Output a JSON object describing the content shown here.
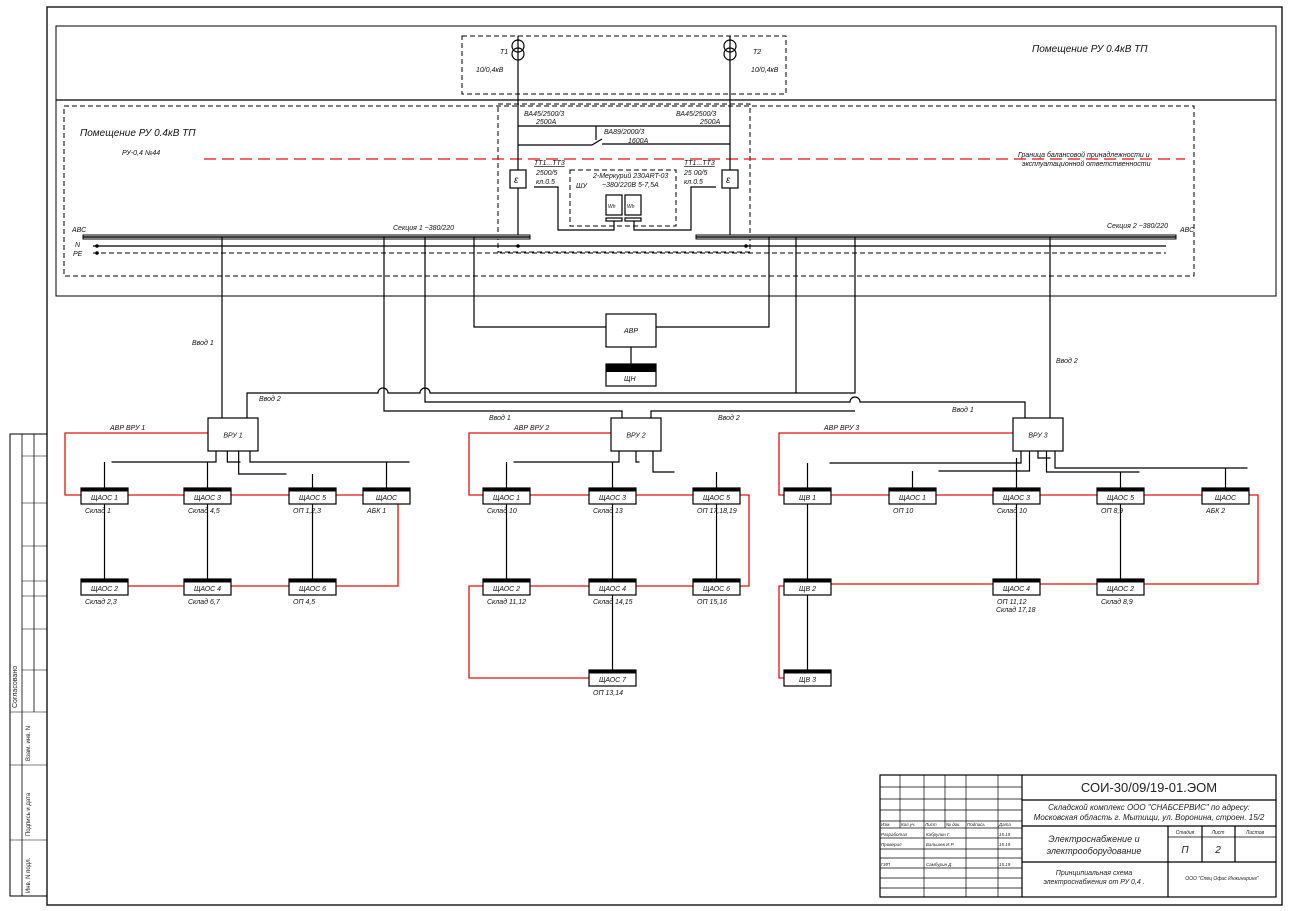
{
  "room_top_label": "Помещение РУ 0.4кВ ТП",
  "room_inner_label": "Помещение РУ 0.4кВ ТП",
  "ru_label": "РУ-0,4 №44",
  "boundary_label_1": "Граница балансовой принадлежности и",
  "boundary_label_2": "эксплуатационной ответственности",
  "transformers": [
    {
      "name": "Т1",
      "rating": "10/0,4кВ"
    },
    {
      "name": "Т2",
      "rating": "10/0,4кВ"
    }
  ],
  "breakers": {
    "left": {
      "model": "ВА45/2500/3",
      "current": "2500А"
    },
    "right": {
      "model": "ВА45/2500/3",
      "current": "2500А"
    },
    "sectional": {
      "model": "ВА89/2000/3",
      "current": "1600А"
    }
  },
  "ct": {
    "left": {
      "name": "ТТ1...ТТ3",
      "ratio": "2500/5",
      "class": "кл.0.5"
    },
    "right": {
      "name": "ТТ1...ТТ3",
      "ratio": "25 00/5",
      "class": "кл.0.5"
    }
  },
  "metering": {
    "cabinet": "ШУ",
    "line1": "2-Меркурий 230ART-03",
    "line2": "~380/220В 5-7,5А",
    "meter_symbol": "Wh"
  },
  "busbars": {
    "section1": "Секция 1 ~380/220",
    "section2": "Секция 2 ~380/220",
    "abc": "АВС",
    "n": "N",
    "pe": "PE"
  },
  "avr": {
    "label": "АВР",
    "load": "ЩН"
  },
  "feeders": {
    "vvod1": "Ввод 1",
    "vvod2": "Ввод 2"
  },
  "vru": [
    {
      "name": "ВРУ 1",
      "avr_label": "АВР ВРУ 1",
      "panels": [
        {
          "name": "ЩАОС 1",
          "sub": "Склад 1"
        },
        {
          "name": "ЩАОС 3",
          "sub": "Склад 4,5"
        },
        {
          "name": "ЩАОС 5",
          "sub": "ОП 1,2,3"
        },
        {
          "name": "ЩАОС",
          "sub": "АБК 1"
        },
        {
          "name": "ЩАОС 2",
          "sub": "Склад 2,3"
        },
        {
          "name": "ЩАОС 4",
          "sub": "Склад 6,7"
        },
        {
          "name": "ЩАОС 6",
          "sub": "ОП 4,5"
        }
      ]
    },
    {
      "name": "ВРУ 2",
      "avr_label": "АВР ВРУ 2",
      "panels": [
        {
          "name": "ЩАОС 1",
          "sub": "Склад 10"
        },
        {
          "name": "ЩАОС 3",
          "sub": "Склад 13"
        },
        {
          "name": "ЩАОС 5",
          "sub": "ОП 17,18,19"
        },
        {
          "name": "ЩАОС 2",
          "sub": "Склад 11,12"
        },
        {
          "name": "ЩАОС 4",
          "sub": "Склад 14,15"
        },
        {
          "name": "ЩАОС 6",
          "sub": "ОП 15,16"
        },
        {
          "name": "ЩАОС 7",
          "sub": "ОП 13,14"
        }
      ]
    },
    {
      "name": "ВРУ 3",
      "avr_label": "АВР ВРУ 3",
      "panels": [
        {
          "name": "ЩВ 1",
          "sub": ""
        },
        {
          "name": "ЩАОС 1",
          "sub": "ОП 10"
        },
        {
          "name": "ЩАОС 3",
          "sub": "Склад 10"
        },
        {
          "name": "ЩАОС 5",
          "sub": "ОП 8,9"
        },
        {
          "name": "ЩАОС",
          "sub": "АБК 2"
        },
        {
          "name": "ЩВ 2",
          "sub": ""
        },
        {
          "name": "ЩАОС 4",
          "sub": "ОП 11,12",
          "sub2": "Склад 17,18"
        },
        {
          "name": "ЩАОС 2",
          "sub": "Склад 8,9"
        },
        {
          "name": "ЩВ 3",
          "sub": ""
        }
      ]
    }
  ],
  "stamp": {
    "code": "СОИ-30/09/19-01.ЭОМ",
    "project_line1": "Складской комплекс ООО \"СНАБСЕРВИС\" по адресу:",
    "project_line2": "Московская область г. Мытищи, ул. Воронина, строен. 15/2",
    "col_headers": [
      "Изм.",
      "Кол.уч.",
      "Лист",
      "№ док.",
      "Подпись",
      "Дата"
    ],
    "rows": [
      {
        "role": "Разработал",
        "name": "Кабрулин Г.",
        "date": "15.19"
      },
      {
        "role": "Проверил",
        "name": "Бальшев И.Р.",
        "date": "15.19"
      },
      {
        "role": "ГИП",
        "name": "Самбурин Д.",
        "date": "15.19"
      }
    ],
    "section_title_1": "Электроснабжение и",
    "section_title_2": "электрооборудование",
    "stage_label": "Стадия",
    "sheet_label": "Лист",
    "sheets_label": "Листов",
    "stage": "П",
    "sheet": "2",
    "sheets": "",
    "drawing_title_1": "Принципиальная схема",
    "drawing_title_2": "электроснабжения от РУ 0,4 .",
    "company": "ООО \"Спец Офис Инжиниринг\""
  },
  "side_stamp": {
    "agreed": "Согласовано",
    "inv_sub": "Взам. инв. N",
    "sign_date": "Подпись и дата",
    "inv_orig": "Инв. N подл."
  }
}
